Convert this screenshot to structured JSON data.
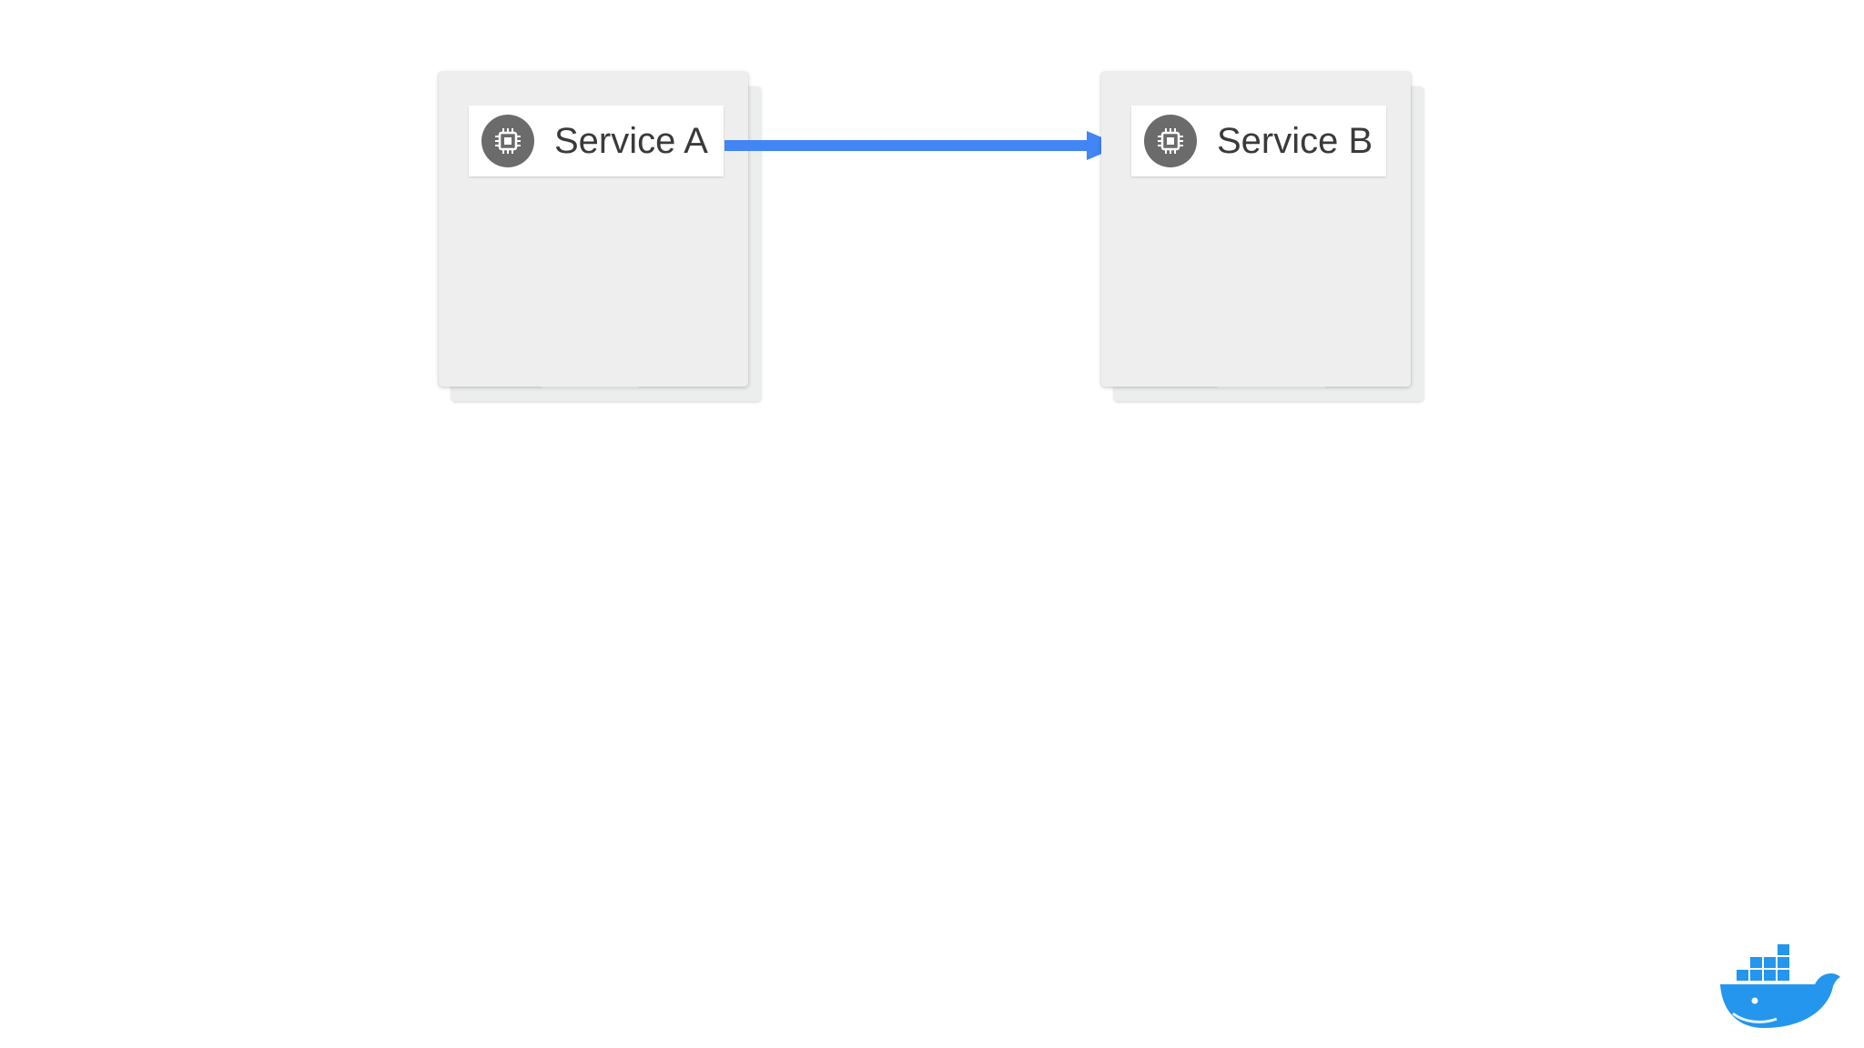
{
  "diagram": {
    "nodes": [
      {
        "id": "service-a",
        "label": "Service A",
        "icon": "cpu-chip-icon"
      },
      {
        "id": "service-b",
        "label": "Service B",
        "icon": "cpu-chip-icon"
      }
    ],
    "edges": [
      {
        "from": "service-a",
        "to": "service-b",
        "color": "#4285f4"
      }
    ]
  },
  "colors": {
    "arrow": "#4285f4",
    "card": "#eeeeef",
    "icon_bg": "#6b6b6b",
    "logo": "#2496ed"
  },
  "logo": {
    "icon": "docker-whale-icon"
  }
}
